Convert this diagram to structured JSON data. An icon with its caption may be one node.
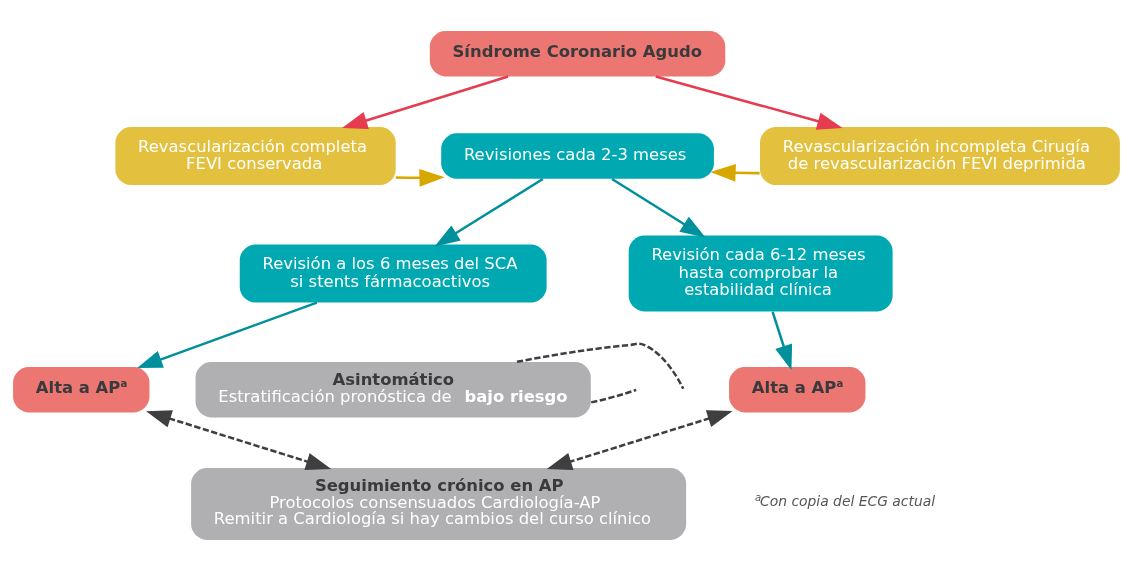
{
  "diagram": {
    "nodes": [
      {
        "text": [
          "Síndrome Coronario Agudo"
        ]
      },
      {
        "text": [
          "Revascularización completa FEVI conservada"
        ]
      },
      {
        "text": [
          "Revascularización incompleta Cirugía de revascularización FEVI deprimida"
        ]
      },
      {
        "text": [
          "Revisiones cada 2-3 meses"
        ]
      },
      {
        "text": [
          "Revisión a los 6 meses del SCA si stents fármacoactivos"
        ]
      },
      {
        "text": [
          "Revisión cada 6-12 meses hasta comprobar la estabilidad clínica"
        ]
      },
      {
        "text": [
          "Asintomático",
          "Estratificación pronóstica de **bajo riesgo**"
        ]
      },
      {
        "text": [
          "Alta a AP$^{a}$"
        ]
      },
      {
        "text": [
          "Alta a AP$^{a}$"
        ]
      },
      {
        "text": [
          "Seguimiento crónico en AP",
          "Protocolos consensuados Cardiología-AP",
          "Remitir a Cardiología si hay cambios del curso clínico"
        ]
      }
    ],
    "edges": [
      {
        "from": 0,
        "to": 1,
        "arrow": "to",
        "color": "#e53c50"
      },
      {
        "from": 0,
        "to": 2,
        "arrow": "to",
        "color": "#e53c50"
      },
      {
        "from": 1,
        "to": 3,
        "arrow": "to",
        "color": "#d7a700"
      },
      {
        "from": 2,
        "to": 3,
        "arrow": "to",
        "color": "#d7a700"
      },
      {
        "from": 3,
        "to": 4,
        "arrow": "to",
        "color": "#00909b"
      },
      {
        "from": 3,
        "to": 5,
        "arrow": "to",
        "color": "#00909b"
      },
      {
        "from": 4,
        "to": 7,
        "arrow": "to",
        "color": "#00909b"
      },
      {
        "from": 5,
        "to": 8,
        "arrow": "to",
        "color": "#00909b"
      },
      {
        "from": 6,
        "to": null,
        "arrow": "none",
        "style": "dashed",
        "color": "#3f3f41"
      },
      {
        "from": 6,
        "to": null,
        "arrow": "none",
        "style": "dashed",
        "color": "#3f3f41"
      },
      {
        "from": 7,
        "to": 9,
        "arrow": "both",
        "style": "dashed",
        "color": "#3f3f41"
      },
      {
        "from": 8,
        "to": 9,
        "arrow": "both",
        "style": "dashed",
        "color": "#3f3f41"
      }
    ],
    "labels": [
      "$^{a}$Con copia del ECG actual"
    ]
  }
}
